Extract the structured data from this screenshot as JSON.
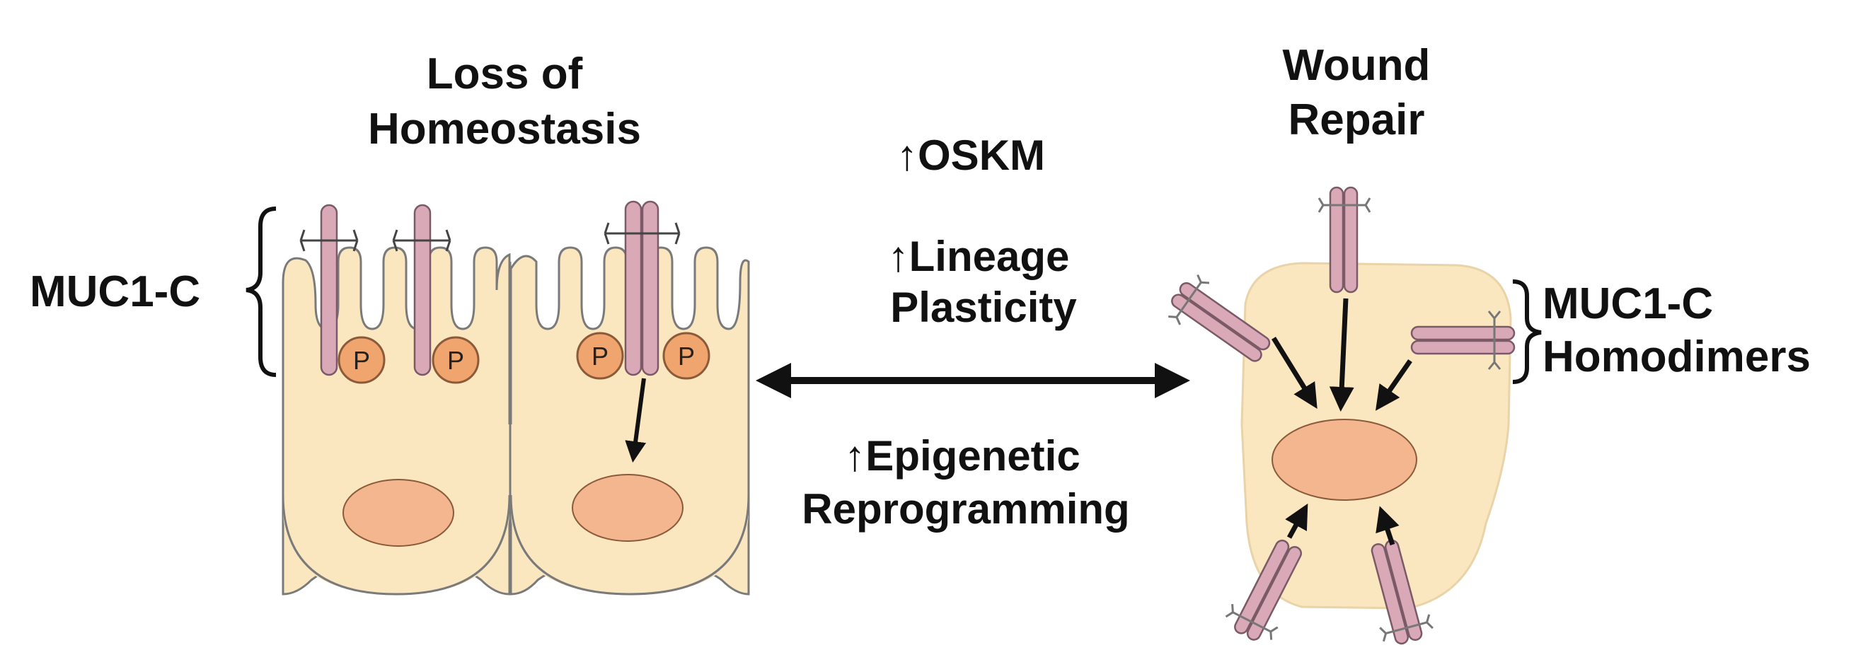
{
  "colors": {
    "background": "#ffffff",
    "cell_fill": "#fbe7bf",
    "cell_stroke": "#7a7a7a",
    "nucleus_fill": "#f3b68e",
    "phospho_fill": "#f0a46e",
    "protein_fill": "#d9a9b8",
    "protein_stroke": "#7a5a66",
    "arrow": "#111111",
    "text": "#111111"
  },
  "left_panel": {
    "title_line1": "Loss of",
    "title_line2": "Homeostasis",
    "bracket_label": "MUC1-C",
    "phospho_label": "P"
  },
  "center": {
    "item1": "↑OSKM",
    "item2_line1": "↑Lineage",
    "item2_line2": "Plasticity",
    "item3_line1": "↑Epigenetic",
    "item3_line2": "Reprogramming"
  },
  "right_panel": {
    "title_line1": "Wound",
    "title_line2": "Repair",
    "label_line1": "MUC1-C",
    "label_line2": "Homodimers"
  }
}
